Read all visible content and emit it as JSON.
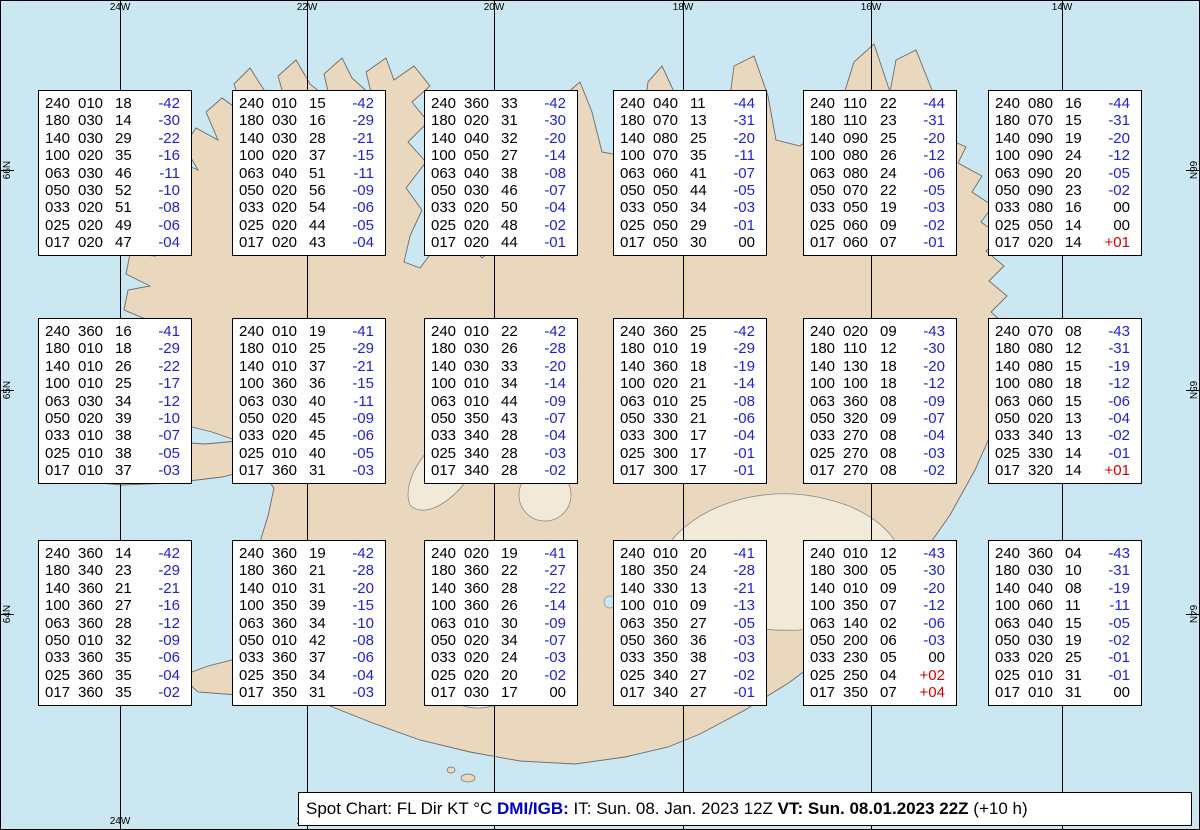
{
  "graticule": {
    "lon_labels": [
      "24W",
      "22W",
      "20W",
      "18W",
      "16W",
      "14W"
    ],
    "lat_labels": [
      "66N",
      "65N",
      "64N"
    ]
  },
  "caption": {
    "prefix": "Spot Chart: FL Dir KT °C ",
    "agency": "DMI/IGB:",
    "issue": " IT: Sun. 08. Jan. 2023 12Z ",
    "valid": "VT: Sun. 08.01.2023 22Z",
    "offset": " (+10 h)"
  },
  "colors": {
    "water": "#cbe7f2",
    "land": "#e9d8bd",
    "glacier": "#f2ead9",
    "temp_negative": "#2222cc",
    "temp_positive": "#d40000",
    "caption_accent": "#0000bb",
    "text": "#000000"
  },
  "column_meaning": [
    "FL",
    "Dir",
    "KT",
    "°C"
  ],
  "spots": [
    {
      "rows": [
        [
          "240",
          "010",
          "18",
          "-42"
        ],
        [
          "180",
          "030",
          "14",
          "-30"
        ],
        [
          "140",
          "030",
          "29",
          "-22"
        ],
        [
          "100",
          "020",
          "35",
          "-16"
        ],
        [
          "063",
          "030",
          "46",
          "-11"
        ],
        [
          "050",
          "030",
          "52",
          "-10"
        ],
        [
          "033",
          "020",
          "51",
          "-08"
        ],
        [
          "025",
          "020",
          "49",
          "-06"
        ],
        [
          "017",
          "020",
          "47",
          "-04"
        ]
      ]
    },
    {
      "rows": [
        [
          "240",
          "010",
          "15",
          "-42"
        ],
        [
          "180",
          "030",
          "16",
          "-29"
        ],
        [
          "140",
          "030",
          "28",
          "-21"
        ],
        [
          "100",
          "020",
          "37",
          "-15"
        ],
        [
          "063",
          "040",
          "51",
          "-11"
        ],
        [
          "050",
          "020",
          "56",
          "-09"
        ],
        [
          "033",
          "020",
          "54",
          "-06"
        ],
        [
          "025",
          "020",
          "44",
          "-05"
        ],
        [
          "017",
          "020",
          "43",
          "-04"
        ]
      ]
    },
    {
      "rows": [
        [
          "240",
          "360",
          "33",
          "-42"
        ],
        [
          "180",
          "020",
          "31",
          "-30"
        ],
        [
          "140",
          "040",
          "32",
          "-20"
        ],
        [
          "100",
          "050",
          "27",
          "-14"
        ],
        [
          "063",
          "040",
          "38",
          "-08"
        ],
        [
          "050",
          "030",
          "46",
          "-07"
        ],
        [
          "033",
          "020",
          "50",
          "-04"
        ],
        [
          "025",
          "020",
          "48",
          "-02"
        ],
        [
          "017",
          "020",
          "44",
          "-01"
        ]
      ]
    },
    {
      "rows": [
        [
          "240",
          "040",
          "11",
          "-44"
        ],
        [
          "180",
          "070",
          "13",
          "-31"
        ],
        [
          "140",
          "080",
          "25",
          "-20"
        ],
        [
          "100",
          "070",
          "35",
          "-11"
        ],
        [
          "063",
          "060",
          "41",
          "-07"
        ],
        [
          "050",
          "050",
          "44",
          "-05"
        ],
        [
          "033",
          "050",
          "34",
          "-03"
        ],
        [
          "025",
          "050",
          "29",
          "-01"
        ],
        [
          "017",
          "050",
          "30",
          "00"
        ]
      ]
    },
    {
      "rows": [
        [
          "240",
          "110",
          "22",
          "-44"
        ],
        [
          "180",
          "110",
          "23",
          "-31"
        ],
        [
          "140",
          "090",
          "25",
          "-20"
        ],
        [
          "100",
          "080",
          "26",
          "-12"
        ],
        [
          "063",
          "080",
          "24",
          "-06"
        ],
        [
          "050",
          "070",
          "22",
          "-05"
        ],
        [
          "033",
          "050",
          "19",
          "-03"
        ],
        [
          "025",
          "060",
          "09",
          "-02"
        ],
        [
          "017",
          "060",
          "07",
          "-01"
        ]
      ]
    },
    {
      "rows": [
        [
          "240",
          "080",
          "16",
          "-44"
        ],
        [
          "180",
          "070",
          "15",
          "-31"
        ],
        [
          "140",
          "090",
          "19",
          "-20"
        ],
        [
          "100",
          "090",
          "24",
          "-12"
        ],
        [
          "063",
          "090",
          "20",
          "-05"
        ],
        [
          "050",
          "090",
          "23",
          "-02"
        ],
        [
          "033",
          "080",
          "16",
          "00"
        ],
        [
          "025",
          "050",
          "14",
          "00"
        ],
        [
          "017",
          "020",
          "14",
          "+01"
        ]
      ]
    },
    {
      "rows": [
        [
          "240",
          "360",
          "16",
          "-41"
        ],
        [
          "180",
          "010",
          "18",
          "-29"
        ],
        [
          "140",
          "010",
          "26",
          "-22"
        ],
        [
          "100",
          "010",
          "25",
          "-17"
        ],
        [
          "063",
          "030",
          "34",
          "-12"
        ],
        [
          "050",
          "020",
          "39",
          "-10"
        ],
        [
          "033",
          "010",
          "38",
          "-07"
        ],
        [
          "025",
          "010",
          "38",
          "-05"
        ],
        [
          "017",
          "010",
          "37",
          "-03"
        ]
      ]
    },
    {
      "rows": [
        [
          "240",
          "010",
          "19",
          "-41"
        ],
        [
          "180",
          "010",
          "25",
          "-29"
        ],
        [
          "140",
          "010",
          "37",
          "-21"
        ],
        [
          "100",
          "360",
          "36",
          "-15"
        ],
        [
          "063",
          "030",
          "40",
          "-11"
        ],
        [
          "050",
          "020",
          "45",
          "-09"
        ],
        [
          "033",
          "020",
          "45",
          "-06"
        ],
        [
          "025",
          "010",
          "40",
          "-05"
        ],
        [
          "017",
          "360",
          "31",
          "-03"
        ]
      ]
    },
    {
      "rows": [
        [
          "240",
          "010",
          "22",
          "-42"
        ],
        [
          "180",
          "030",
          "26",
          "-28"
        ],
        [
          "140",
          "030",
          "33",
          "-20"
        ],
        [
          "100",
          "010",
          "34",
          "-14"
        ],
        [
          "063",
          "010",
          "44",
          "-09"
        ],
        [
          "050",
          "350",
          "43",
          "-07"
        ],
        [
          "033",
          "340",
          "28",
          "-04"
        ],
        [
          "025",
          "340",
          "28",
          "-03"
        ],
        [
          "017",
          "340",
          "28",
          "-02"
        ]
      ]
    },
    {
      "rows": [
        [
          "240",
          "360",
          "25",
          "-42"
        ],
        [
          "180",
          "010",
          "19",
          "-29"
        ],
        [
          "140",
          "360",
          "18",
          "-19"
        ],
        [
          "100",
          "020",
          "21",
          "-14"
        ],
        [
          "063",
          "010",
          "25",
          "-08"
        ],
        [
          "050",
          "330",
          "21",
          "-06"
        ],
        [
          "033",
          "300",
          "17",
          "-04"
        ],
        [
          "025",
          "300",
          "17",
          "-01"
        ],
        [
          "017",
          "300",
          "17",
          "-01"
        ]
      ]
    },
    {
      "rows": [
        [
          "240",
          "020",
          "09",
          "-43"
        ],
        [
          "180",
          "110",
          "12",
          "-30"
        ],
        [
          "140",
          "130",
          "18",
          "-20"
        ],
        [
          "100",
          "100",
          "18",
          "-12"
        ],
        [
          "063",
          "360",
          "08",
          "-09"
        ],
        [
          "050",
          "320",
          "09",
          "-07"
        ],
        [
          "033",
          "270",
          "08",
          "-04"
        ],
        [
          "025",
          "270",
          "08",
          "-03"
        ],
        [
          "017",
          "270",
          "08",
          "-02"
        ]
      ]
    },
    {
      "rows": [
        [
          "240",
          "070",
          "08",
          "-43"
        ],
        [
          "180",
          "080",
          "12",
          "-31"
        ],
        [
          "140",
          "080",
          "15",
          "-19"
        ],
        [
          "100",
          "080",
          "18",
          "-12"
        ],
        [
          "063",
          "060",
          "15",
          "-06"
        ],
        [
          "050",
          "020",
          "13",
          "-04"
        ],
        [
          "033",
          "340",
          "13",
          "-02"
        ],
        [
          "025",
          "330",
          "14",
          "-01"
        ],
        [
          "017",
          "320",
          "14",
          "+01"
        ]
      ]
    },
    {
      "rows": [
        [
          "240",
          "360",
          "14",
          "-42"
        ],
        [
          "180",
          "340",
          "23",
          "-29"
        ],
        [
          "140",
          "360",
          "21",
          "-21"
        ],
        [
          "100",
          "360",
          "27",
          "-16"
        ],
        [
          "063",
          "360",
          "28",
          "-12"
        ],
        [
          "050",
          "010",
          "32",
          "-09"
        ],
        [
          "033",
          "360",
          "35",
          "-06"
        ],
        [
          "025",
          "360",
          "35",
          "-04"
        ],
        [
          "017",
          "360",
          "35",
          "-02"
        ]
      ]
    },
    {
      "rows": [
        [
          "240",
          "360",
          "19",
          "-42"
        ],
        [
          "180",
          "360",
          "21",
          "-28"
        ],
        [
          "140",
          "010",
          "31",
          "-20"
        ],
        [
          "100",
          "350",
          "39",
          "-15"
        ],
        [
          "063",
          "360",
          "34",
          "-10"
        ],
        [
          "050",
          "010",
          "42",
          "-08"
        ],
        [
          "033",
          "360",
          "37",
          "-06"
        ],
        [
          "025",
          "350",
          "34",
          "-04"
        ],
        [
          "017",
          "350",
          "31",
          "-03"
        ]
      ]
    },
    {
      "rows": [
        [
          "240",
          "020",
          "19",
          "-41"
        ],
        [
          "180",
          "360",
          "22",
          "-27"
        ],
        [
          "140",
          "360",
          "28",
          "-22"
        ],
        [
          "100",
          "360",
          "26",
          "-14"
        ],
        [
          "063",
          "010",
          "30",
          "-09"
        ],
        [
          "050",
          "020",
          "34",
          "-07"
        ],
        [
          "033",
          "020",
          "24",
          "-03"
        ],
        [
          "025",
          "020",
          "20",
          "-02"
        ],
        [
          "017",
          "030",
          "17",
          "00"
        ]
      ]
    },
    {
      "rows": [
        [
          "240",
          "010",
          "20",
          "-41"
        ],
        [
          "180",
          "350",
          "24",
          "-28"
        ],
        [
          "140",
          "330",
          "13",
          "-21"
        ],
        [
          "100",
          "010",
          "09",
          "-13"
        ],
        [
          "063",
          "350",
          "27",
          "-05"
        ],
        [
          "050",
          "360",
          "36",
          "-03"
        ],
        [
          "033",
          "350",
          "38",
          "-03"
        ],
        [
          "025",
          "340",
          "27",
          "-02"
        ],
        [
          "017",
          "340",
          "27",
          "-01"
        ]
      ]
    },
    {
      "rows": [
        [
          "240",
          "010",
          "12",
          "-43"
        ],
        [
          "180",
          "300",
          "05",
          "-30"
        ],
        [
          "140",
          "010",
          "09",
          "-20"
        ],
        [
          "100",
          "350",
          "07",
          "-12"
        ],
        [
          "063",
          "140",
          "02",
          "-06"
        ],
        [
          "050",
          "200",
          "06",
          "-03"
        ],
        [
          "033",
          "230",
          "05",
          "00"
        ],
        [
          "025",
          "250",
          "04",
          "+02"
        ],
        [
          "017",
          "350",
          "07",
          "+04"
        ]
      ]
    },
    {
      "rows": [
        [
          "240",
          "360",
          "04",
          "-43"
        ],
        [
          "180",
          "030",
          "10",
          "-31"
        ],
        [
          "140",
          "040",
          "08",
          "-19"
        ],
        [
          "100",
          "060",
          "11",
          "-11"
        ],
        [
          "063",
          "040",
          "15",
          "-05"
        ],
        [
          "050",
          "030",
          "19",
          "-02"
        ],
        [
          "033",
          "020",
          "25",
          "-01"
        ],
        [
          "025",
          "010",
          "31",
          "-01"
        ],
        [
          "017",
          "010",
          "31",
          "00"
        ]
      ]
    }
  ]
}
